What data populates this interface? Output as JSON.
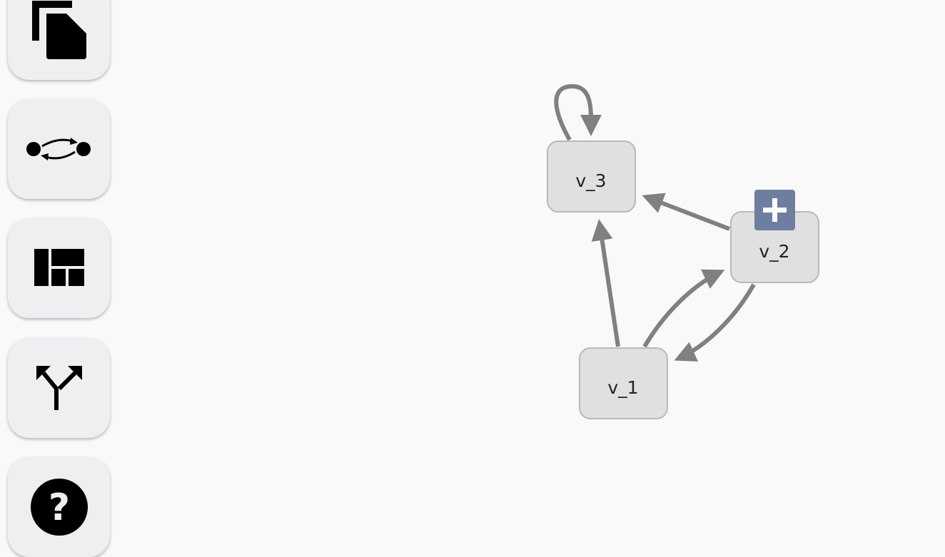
{
  "toolbar": {
    "buttons": [
      {
        "id": "copy",
        "icon": "copy-icon"
      },
      {
        "id": "swap-edges",
        "icon": "swap-edges-icon"
      },
      {
        "id": "layout",
        "icon": "layout-icon"
      },
      {
        "id": "split",
        "icon": "split-arrows-icon"
      },
      {
        "id": "help",
        "icon": "help-icon"
      }
    ]
  },
  "graph": {
    "nodes": [
      {
        "id": "v_3",
        "label": "v_3"
      },
      {
        "id": "v_2",
        "label": "v_2",
        "selected": true
      },
      {
        "id": "v_1",
        "label": "v_1"
      }
    ],
    "edges": [
      {
        "from": "v_3",
        "to": "v_3"
      },
      {
        "from": "v_2",
        "to": "v_3"
      },
      {
        "from": "v_1",
        "to": "v_3"
      },
      {
        "from": "v_1",
        "to": "v_2"
      },
      {
        "from": "v_2",
        "to": "v_1"
      }
    ],
    "add_button_symbol": "+"
  },
  "colors": {
    "background": "#f9f9f9",
    "toolbar_button": "#eeeff1",
    "node_fill": "#e0e0e0",
    "node_border": "#b9b9b9",
    "edge": "#808080",
    "add_button": "#6e7ea0"
  }
}
